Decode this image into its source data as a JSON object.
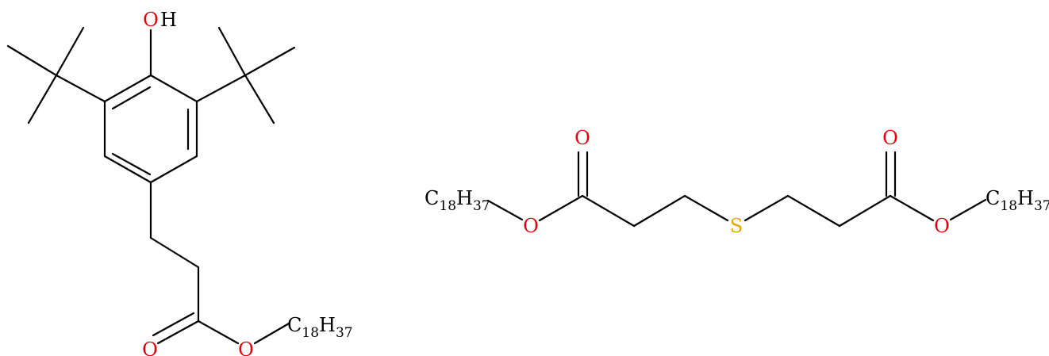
{
  "colors": {
    "bond": "#000000",
    "carbon": "#000000",
    "oxygen": "#e8000b",
    "sulfur": "#e6a800"
  },
  "molecule_1": {
    "hydroxyl": {
      "o": "O",
      "h": "H"
    },
    "carbonyl_o": "O",
    "ester_o": "O",
    "chain": {
      "c": "C",
      "c_sub": "18",
      "h": "H",
      "h_sub": "37"
    }
  },
  "molecule_2": {
    "left_carbonyl_o": "O",
    "left_ester_o": "O",
    "sulfur": "S",
    "right_carbonyl_o": "O",
    "right_ester_o": "O",
    "left_chain": {
      "c": "C",
      "c_sub": "18",
      "h": "H",
      "h_sub": "37"
    },
    "right_chain": {
      "c": "C",
      "c_sub": "18",
      "h": "H",
      "h_sub": "37"
    }
  }
}
